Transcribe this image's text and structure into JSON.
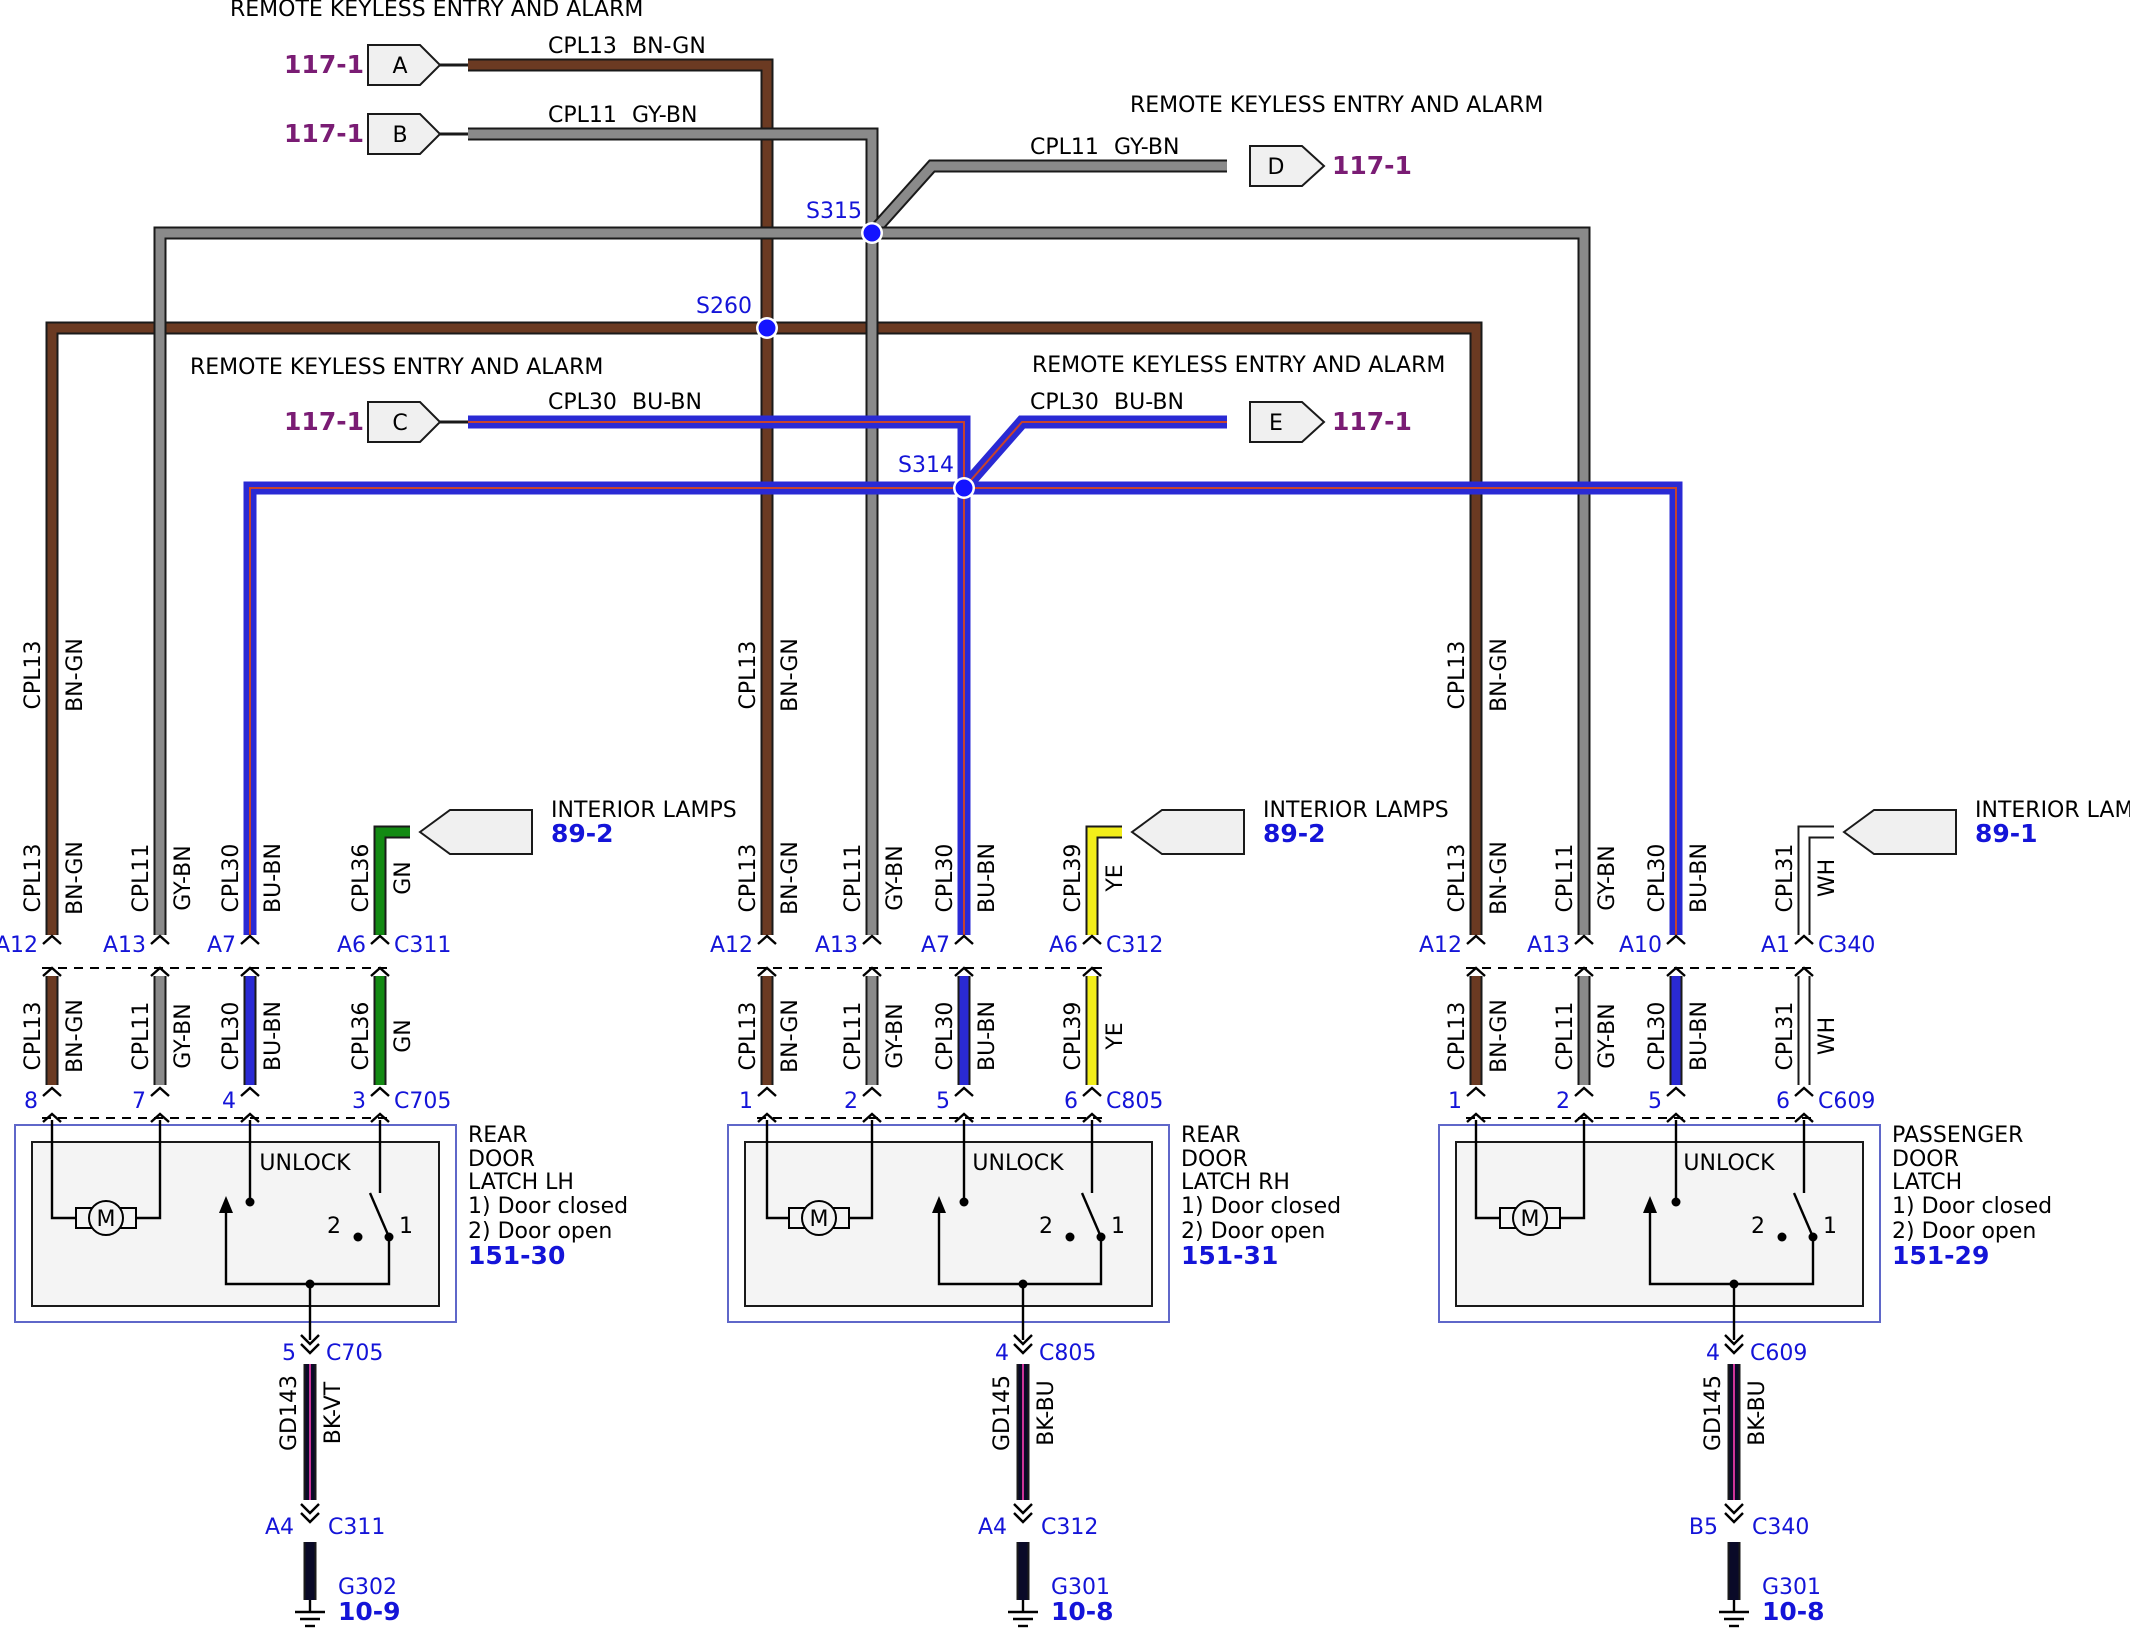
{
  "colors": {
    "bn_gn": "#6b3a22",
    "gy_bn": "#8a8a8a",
    "bu_bn": "#2a2ad4",
    "gn": "#138a13",
    "ye": "#f2ee1a",
    "wh": "#ffffff",
    "bk": "#0a0a28",
    "pin_text": "#1414d8",
    "ref_purple": "#7a1c74",
    "ref_blue": "#1414d8"
  },
  "headings": {
    "remote_top": "REMOTE KEYLESS ENTRY AND ALARM",
    "remote_right": "REMOTE KEYLESS ENTRY AND ALARM",
    "remote_mid_left": "REMOTE KEYLESS ENTRY AND ALARM",
    "remote_mid_right": "REMOTE KEYLESS ENTRY AND ALARM"
  },
  "connectors": [
    {
      "letter": "A",
      "ref": "117-1"
    },
    {
      "letter": "B",
      "ref": "117-1"
    },
    {
      "letter": "C",
      "ref": "117-1"
    },
    {
      "letter": "D",
      "ref": "117-1"
    },
    {
      "letter": "E",
      "ref": "117-1"
    }
  ],
  "wires": {
    "cpl13": "CPL13",
    "bn_gn": "BN-GN",
    "cpl11": "CPL11",
    "gy_bn": "GY-BN",
    "cpl30": "CPL30",
    "bu_bn": "BU-BN",
    "cpl36": "CPL36",
    "gn": "GN",
    "cpl39": "CPL39",
    "ye": "YE",
    "cpl31": "CPL31",
    "wh": "WH",
    "gd143": "GD143",
    "bk_vt": "BK-VT",
    "gd145": "GD145",
    "bk_bu": "BK-BU"
  },
  "splices": {
    "s315": "S315",
    "s260": "S260",
    "s314": "S314"
  },
  "interior_lamps": [
    {
      "label": "INTERIOR LAMPS",
      "ref": "89-2"
    },
    {
      "label": "INTERIOR LAMPS",
      "ref": "89-2"
    },
    {
      "label": "INTERIOR LAMPS",
      "ref": "89-1"
    }
  ],
  "panels": [
    {
      "conn_top": "C311",
      "top_pins": [
        "A12",
        "A13",
        "A7",
        "A6"
      ],
      "conn_mid": "C705",
      "mid_pins": [
        "8",
        "7",
        "4",
        "3"
      ],
      "unlock": "UNLOCK",
      "desc": [
        "REAR",
        "DOOR",
        "LATCH LH",
        "1) Door closed",
        "2) Door open"
      ],
      "ref": "151-30",
      "motor": "M",
      "sw2": "2",
      "sw1": "1",
      "gnd_pin1": "5",
      "gnd_conn1": "C705",
      "gnd_pin2": "A4",
      "gnd_conn2": "C311",
      "ground": "G302",
      "ground_ref": "10-9"
    },
    {
      "conn_top": "C312",
      "top_pins": [
        "A12",
        "A13",
        "A7",
        "A6"
      ],
      "conn_mid": "C805",
      "mid_pins": [
        "1",
        "2",
        "5",
        "6"
      ],
      "unlock": "UNLOCK",
      "desc": [
        "REAR",
        "DOOR",
        "LATCH RH",
        "1) Door closed",
        "2) Door open"
      ],
      "ref": "151-31",
      "motor": "M",
      "sw2": "2",
      "sw1": "1",
      "gnd_pin1": "4",
      "gnd_conn1": "C805",
      "gnd_pin2": "A4",
      "gnd_conn2": "C312",
      "ground": "G301",
      "ground_ref": "10-8"
    },
    {
      "conn_top": "C340",
      "top_pins": [
        "A12",
        "A13",
        "A10",
        "A1"
      ],
      "conn_mid": "C609",
      "mid_pins": [
        "1",
        "2",
        "5",
        "6"
      ],
      "unlock": "UNLOCK",
      "desc": [
        "PASSENGER",
        "DOOR",
        "LATCH",
        "1) Door closed",
        "2) Door open"
      ],
      "ref": "151-29",
      "motor": "M",
      "sw2": "2",
      "sw1": "1",
      "gnd_pin1": "4",
      "gnd_conn1": "C609",
      "gnd_pin2": "B5",
      "gnd_conn2": "C340",
      "ground": "G301",
      "ground_ref": "10-8"
    }
  ]
}
